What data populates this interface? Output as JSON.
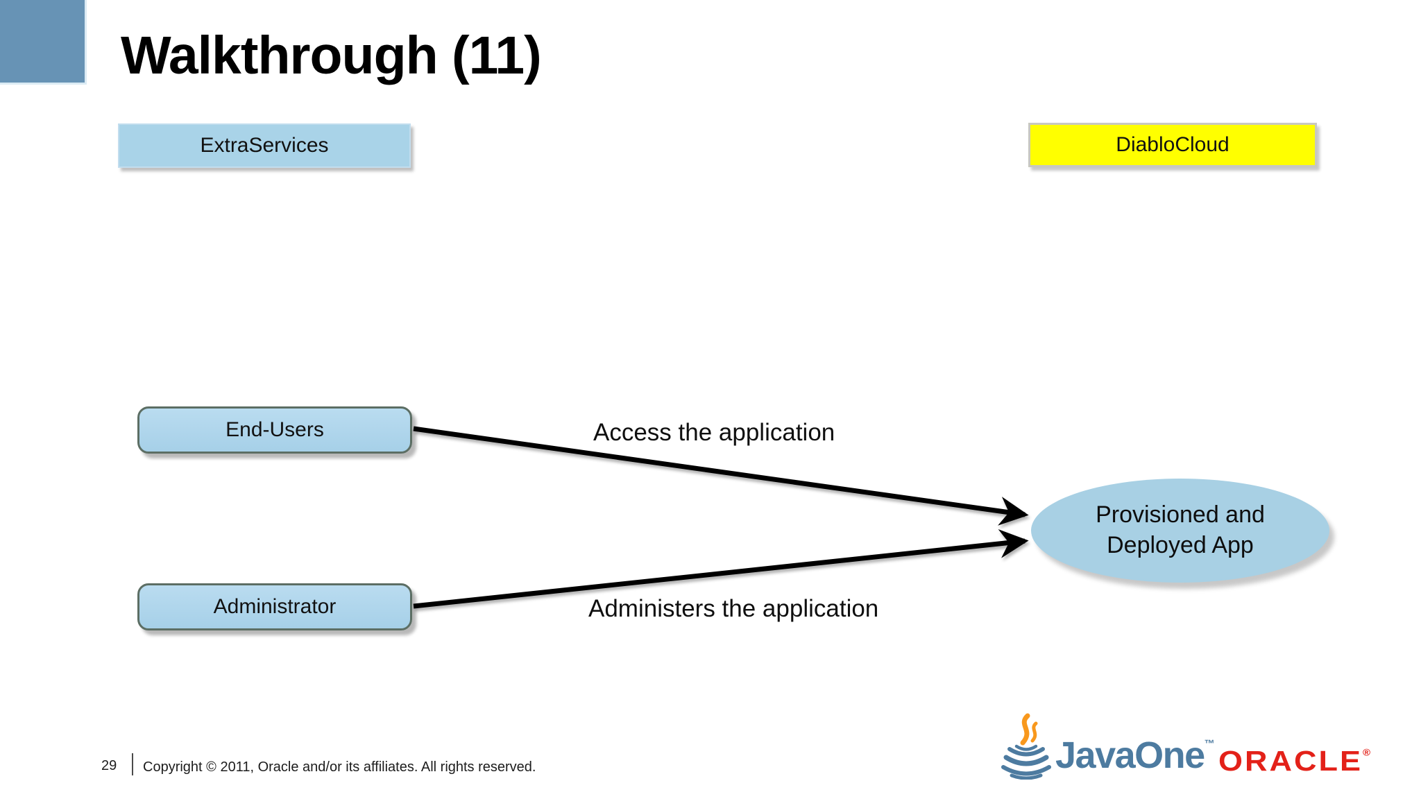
{
  "slide": {
    "title": "Walkthrough (11)"
  },
  "diagram": {
    "nodes": [
      {
        "id": "extra-services",
        "type": "rect",
        "label": "ExtraServices",
        "fill": "#a9d3e8"
      },
      {
        "id": "diablo-cloud",
        "type": "rect",
        "label": "DiabloCloud",
        "fill": "#ffff00"
      },
      {
        "id": "end-users",
        "type": "rounded-rect",
        "label": "End-Users",
        "fill": "#a9d3e8"
      },
      {
        "id": "administrator",
        "type": "rounded-rect",
        "label": "Administrator",
        "fill": "#a9d3e8"
      },
      {
        "id": "provisioned-app",
        "type": "ellipse",
        "label_line1": "Provisioned and",
        "label_line2": "Deployed App",
        "fill": "#a8d0e4"
      }
    ],
    "edges": [
      {
        "from": "end-users",
        "to": "provisioned-app",
        "label": "Access the application"
      },
      {
        "from": "administrator",
        "to": "provisioned-app",
        "label": "Administers the application"
      }
    ]
  },
  "footer": {
    "page_number": "29",
    "copyright": "Copyright © 2011, Oracle and/or its affiliates. All rights reserved.",
    "javaone_text": "JavaOne",
    "javaone_tm": "™",
    "oracle_text": "ORACLE",
    "oracle_reg": "®"
  },
  "colors": {
    "corner_square": "#6793b5",
    "node_fill_blue": "#a9d3e8",
    "node_border_dark": "#5c6e64",
    "diablo_fill": "#ffff00",
    "arrow": "#000000",
    "javaone_blue": "#4d7ba0",
    "java_flame_orange": "#f8981d",
    "oracle_red": "#e32119"
  }
}
